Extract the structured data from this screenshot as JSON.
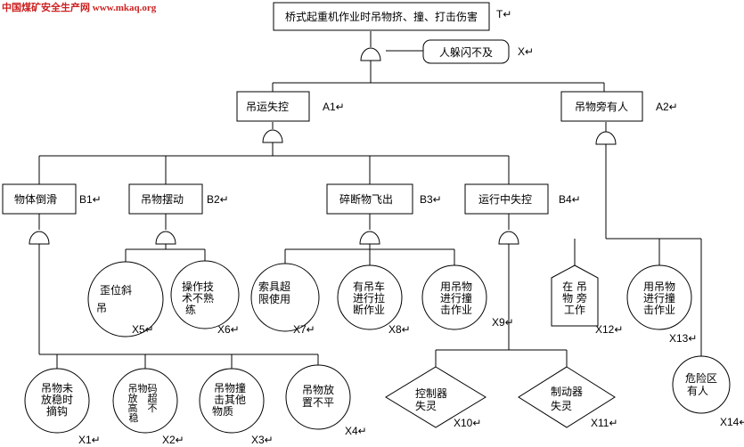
{
  "watermark": "中国煤矿安全生产网 www.mkaq.org",
  "top_event": {
    "label": "桥式起重机作业时吊物挤、撞、打击伤害",
    "code": "T"
  },
  "condition_x": {
    "label": "人躲闪不及",
    "code": "X"
  },
  "a1": {
    "label": "吊运失控",
    "code": "A1"
  },
  "a2": {
    "label": "吊物旁有人",
    "code": "A2"
  },
  "b1": {
    "label": "物体倒滑",
    "code": "B1"
  },
  "b2": {
    "label": "吊物摆动",
    "code": "B2"
  },
  "b3": {
    "label": "碎断物飞出",
    "code": "B3"
  },
  "b4": {
    "label": "运行中失控",
    "code": "B4"
  },
  "x5": {
    "lines": [
      "歪位斜",
      "吊"
    ],
    "code": "X5"
  },
  "x6": {
    "lines": [
      "操作技",
      "术不熟",
      "练"
    ],
    "code": "X6"
  },
  "x7": {
    "lines": [
      "索具超",
      "限使用"
    ],
    "code": "X7"
  },
  "x8": {
    "lines": [
      "有吊车",
      "进行拉",
      "断作业"
    ],
    "code": "X8"
  },
  "x_unmarked": {
    "lines": [
      "用吊物",
      "进行撞",
      "击作业"
    ]
  },
  "x9": {
    "code": "X9"
  },
  "x12": {
    "lines": [
      "在 吊",
      "物 旁",
      "工作"
    ],
    "code": "X12"
  },
  "x13": {
    "lines": [
      "用吊物",
      "进行撞",
      "击作业"
    ],
    "code": "X13"
  },
  "x1": {
    "lines": [
      "吊物未",
      "放稳时",
      "摘钩"
    ],
    "code": "X1"
  },
  "x2": {
    "lines": [
      "吊物码",
      "放　超",
      "高　不",
      "稳"
    ],
    "code": "X2"
  },
  "x3": {
    "lines": [
      "吊物撞",
      "击其他",
      "物质"
    ],
    "code": "X3"
  },
  "x4": {
    "lines": [
      "吊物放",
      "置不平"
    ],
    "code": "X4"
  },
  "x10": {
    "lines": [
      "控制器",
      "失灵"
    ],
    "code": "X10"
  },
  "x11": {
    "lines": [
      "制动器",
      "失灵"
    ],
    "code": "X11"
  },
  "x14": {
    "lines": [
      "危险区",
      "有人"
    ],
    "code": "X14"
  },
  "return_mark": "↵"
}
